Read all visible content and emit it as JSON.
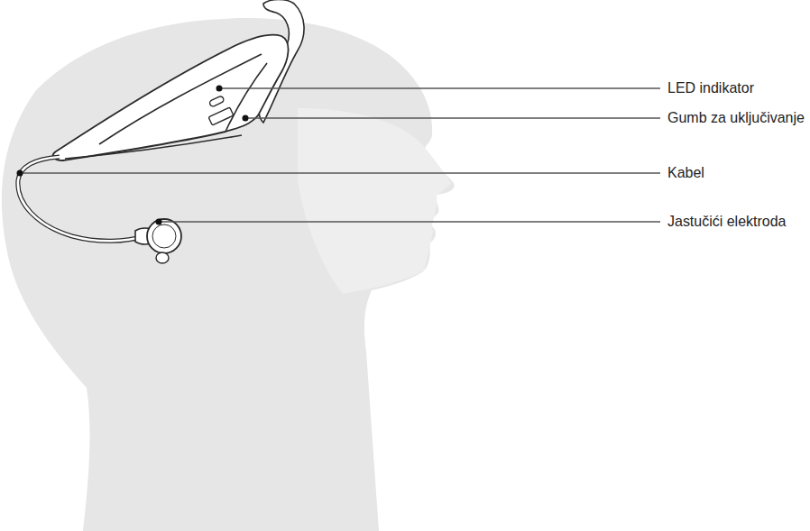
{
  "diagram": {
    "labels": [
      "LED indikator",
      "Gumb za uključivanje",
      "Kabel",
      "Jastučići elektroda"
    ]
  }
}
